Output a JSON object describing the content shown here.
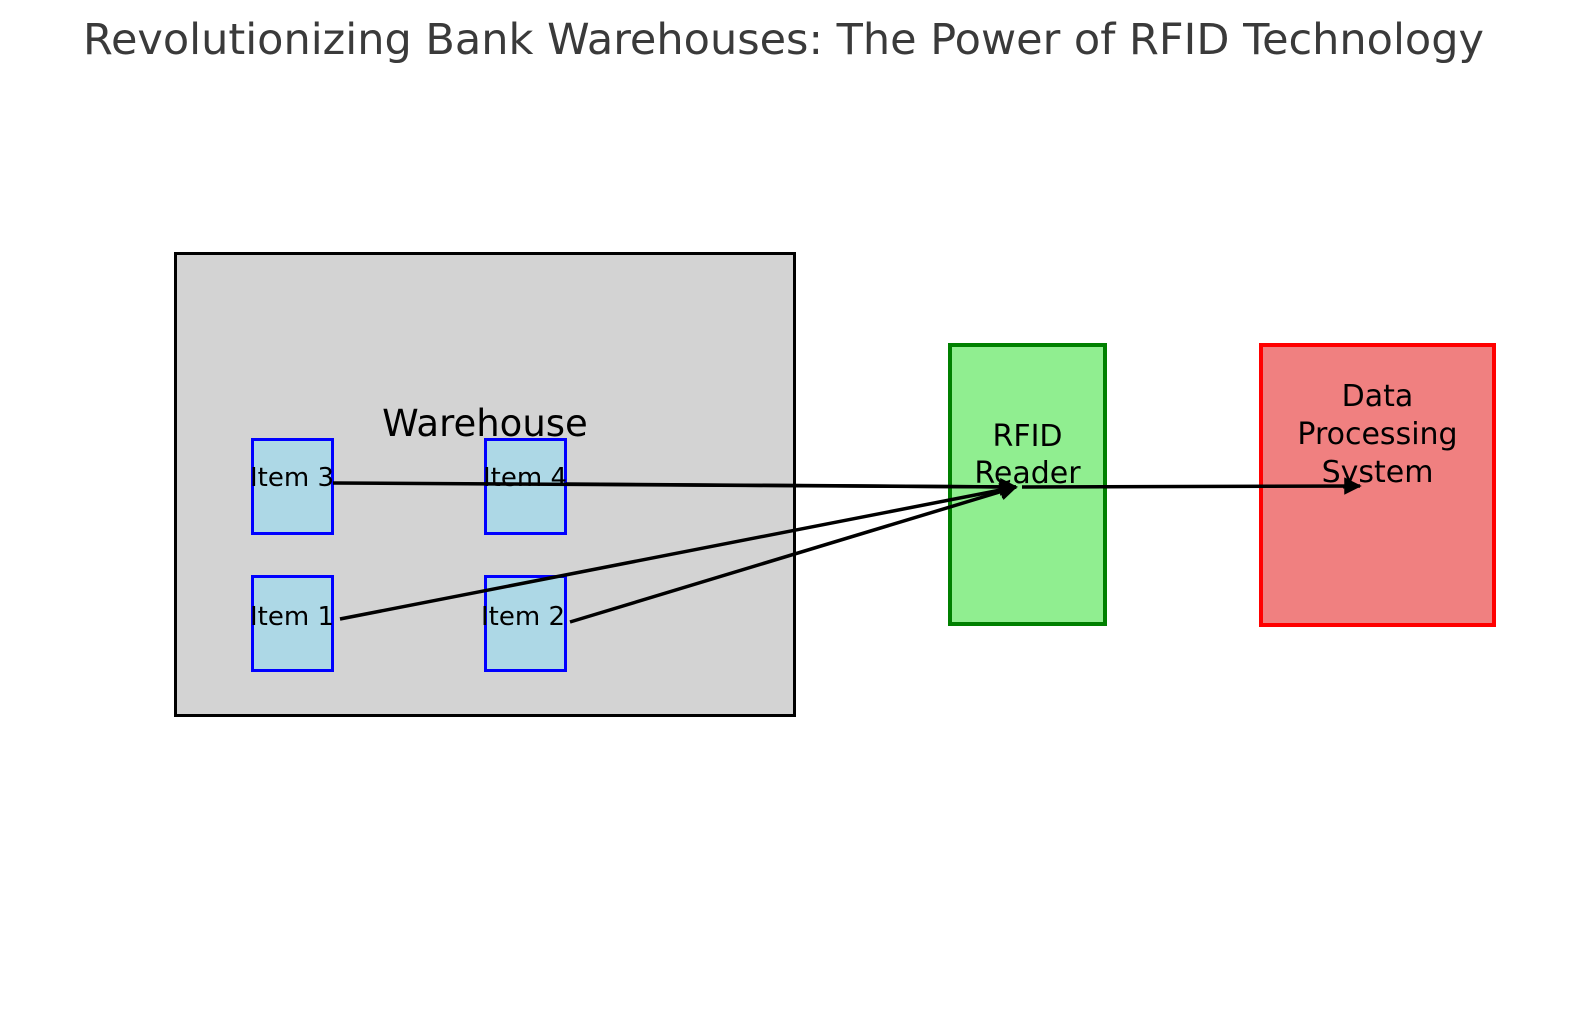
{
  "title": "Revolutionizing Bank Warehouses: The Power of RFID Technology",
  "warehouse": {
    "label": "Warehouse",
    "items": [
      {
        "label": "Item 1"
      },
      {
        "label": "Item 2"
      },
      {
        "label": "Item 3"
      },
      {
        "label": "Item 4"
      }
    ]
  },
  "rfid_reader": {
    "label": "RFID\nReader"
  },
  "data_processing_system": {
    "label": "Data\nProcessing\nSystem"
  },
  "colors": {
    "background": "#ffffff",
    "title_text": "#3a3a3a",
    "warehouse_fill": "#d3d3d3",
    "warehouse_border": "#000000",
    "item_fill": "#add8e6",
    "item_border": "#0000ff",
    "rfid_reader_fill": "#90ee90",
    "rfid_reader_border": "#008000",
    "data_processing_fill": "#f08080",
    "data_processing_border": "#ff0000",
    "arrow": "#000000",
    "label_text": "#000000"
  }
}
